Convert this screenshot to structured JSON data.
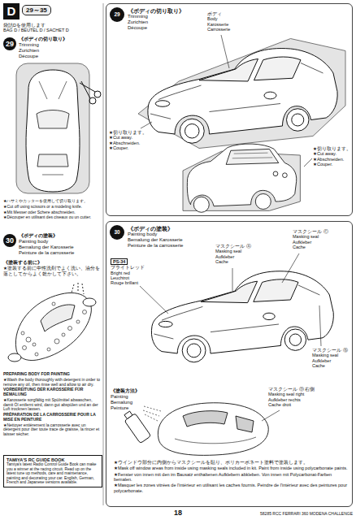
{
  "diagram": {
    "nodes": [
      {
        "text": [
          "D"
        ]
      },
      {
        "text": [
          "29～35"
        ]
      },
      {
        "text": [
          "29"
        ]
      },
      {
        "text": [
          "30"
        ]
      },
      {
        "text": [
          "TAMIYA'S RC GUIDE BOOK",
          "Tamiya's latest Radio Control Guide Book can make you a winner at the racing circuit. Read up on the latest tune up methods, care and maintenance, painting and decorating your car. English, German, French and Japanese versions available."
        ]
      },
      {
        "text": [
          "《ボディの切り取り》",
          "Trimming",
          "Zurichten",
          "Découpe"
        ]
      },
      {
        "text": [
          "29"
        ],
        "in": 5
      },
      {
        "text": [
          "《ボディの塗装》",
          "Painting body",
          "Bemalung der Karosserie",
          "Peinture de la carrosserie"
        ]
      },
      {
        "text": [
          "30"
        ],
        "in": 7
      }
    ],
    "labels": [
      "袋詰Dを使用します",
      "BAG D / BEUTEL D / SACHET D",
      "《ボディの切り取り》",
      "Trimming",
      "Zurichten",
      "Découpe",
      "★ハサミやカッターを使用して切り取ります。",
      "★Cut off using scissors or a modeling knife.",
      "★Mit Messer oder Schere abschneiden.",
      "★Découper en utilisant des ciseaux ou un cutter.",
      "《ボディの塗装》",
      "Painting body",
      "Bemalung der Karosserie",
      "Peinture de la carrosserie",
      "《塗装する前に》",
      "★塗装する前に中性洗剤でよく洗い、油分を落としてからよく乾かして下さい。",
      "PREPARING BODY FOR PAINTING",
      "★Wash the body thoroughly with detergent in order to remove any oil, then rinse well and allow to air dry.",
      "VORBEREITUNG DER KAROSSERIE FÜR BEMALUNG",
      "★Karosserie sorgfältig mit Spülmittel abwaschen, damit Öl entfernt wird, dann gut abspülen und an der Luft trocknen lassen.",
      "PRÉPARATION DE LA CARROSSERIE POUR LA MISE EN PEINTURE",
      "★Nettoyer entièrement la carrosserie avec un détergent pour ôter toute trace de graisse, la rincer et laisser sécher.",
      "ボディ",
      "Body",
      "Karosserie",
      "Carrosserie",
      "★切り取ります。",
      "★Cut away.",
      "★Abschneiden.",
      "★Couper.",
      "★切り取ります。",
      "★Cut away.",
      "★Abschneiden.",
      "★Couper.",
      "PS-34",
      "ブライトレッド",
      "Bright red",
      "Leuchtrot",
      "Rouge brillant",
      "マスクシール Ⓐ",
      "Masking seal",
      "Aufkleber",
      "Cache",
      "マスクシール Ⓒ",
      "Masking seal",
      "Aufkleber",
      "Cache",
      "マスクシール Ⓑ",
      "Masking seal",
      "Aufkleber",
      "Cache",
      "マスクシール Ⓓ 右側",
      "Masking seal right",
      "Aufkleber rechts",
      "Cache droit",
      "《塗装方法》",
      "Painting",
      "Bemalung",
      "Peinture",
      "★ウインドウ部分に内側からマスクシールを貼り、ポリカーボネート塗料で塗装します。",
      "★Mask off window areas from inside using masking seals included in kit. Paint from inside using polycarbonate paints.",
      "★Fenster von innen mit den im Bausatz enthaltenen Aufklebern abkleben. Von innen mit Polycarbonat-Farben bemalen.",
      "★Masquer les zones vitrées de l'intérieur en utilisant les caches fournis. Peindre de l'intérieur avec des peintures pour polycarbonate.",
      "18",
      "58285 RCC FERRARI 360 MODENA CHALLENGE"
    ]
  }
}
